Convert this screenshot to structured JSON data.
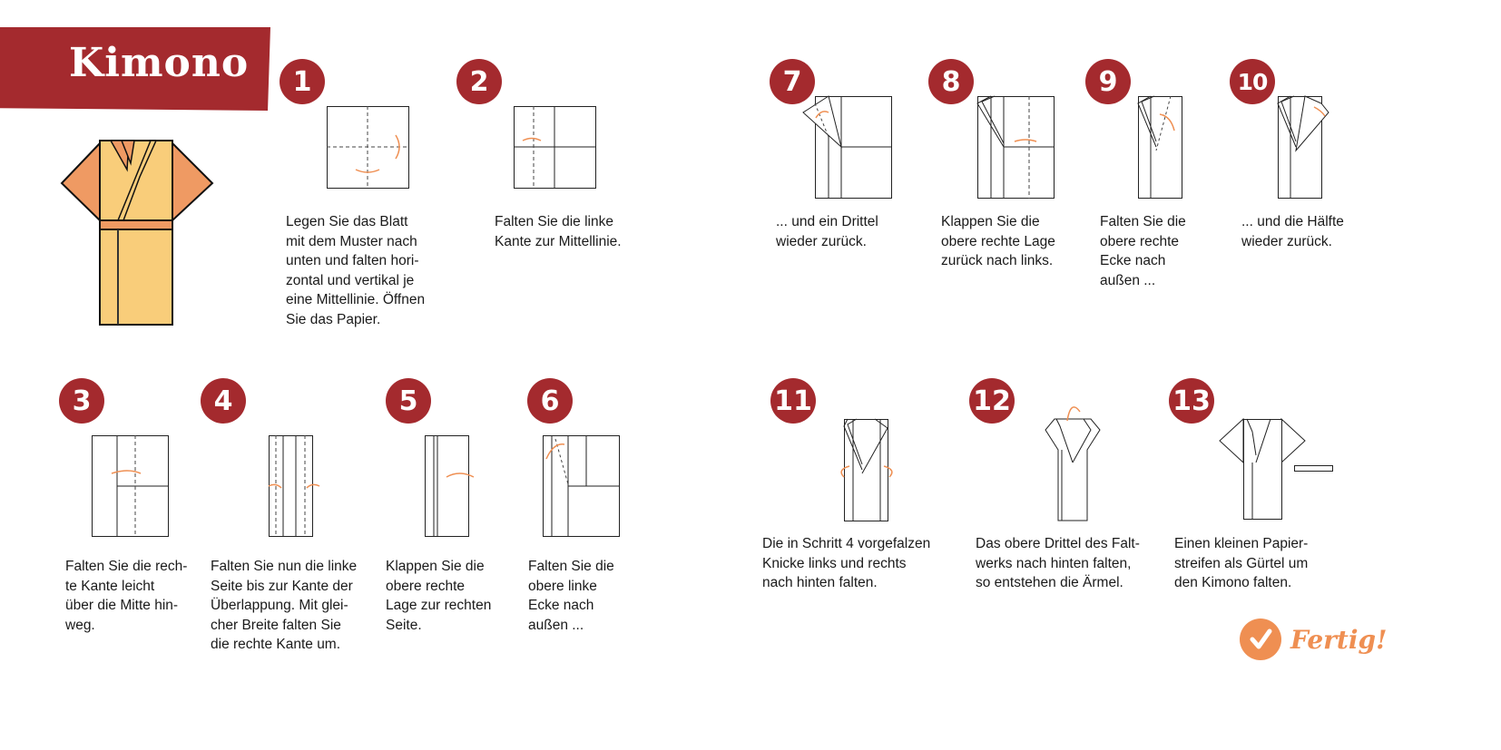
{
  "title": "Kimono",
  "colors": {
    "brand": "#a42a2e",
    "accent": "#ef8f52",
    "kimono_body": "#f9cd7a"
  },
  "steps": [
    {
      "number": "1",
      "text": "Legen Sie das Blatt\nmit dem Muster nach\nunten und falten hori-\nzontal und vertikal je\neine Mittellinie. Öffnen\nSie das Papier."
    },
    {
      "number": "2",
      "text": "Falten Sie die linke\nKante zur Mittellinie."
    },
    {
      "number": "3",
      "text": "Falten Sie die rech-\nte Kante leicht\nüber die Mitte hin-\nweg."
    },
    {
      "number": "4",
      "text": "Falten Sie nun die linke\nSeite bis zur Kante der\nÜberlappung. Mit glei-\ncher Breite falten Sie\ndie rechte Kante um."
    },
    {
      "number": "5",
      "text": "Klappen Sie die\nobere rechte\nLage zur rechten\nSeite."
    },
    {
      "number": "6",
      "text": "Falten Sie die\nobere linke\nEcke nach\naußen ..."
    },
    {
      "number": "7",
      "text": "... und ein Drittel\nwieder zurück."
    },
    {
      "number": "8",
      "text": "Klappen Sie die\nobere rechte Lage\nzurück nach links."
    },
    {
      "number": "9",
      "text": "Falten Sie die\nobere rechte\nEcke nach\naußen ..."
    },
    {
      "number": "10",
      "text": "... und die Hälfte\nwieder zurück."
    },
    {
      "number": "11",
      "text": "Die in Schritt 4 vorgefalzen\nKnicke links und rechts\nnach hinten falten."
    },
    {
      "number": "12",
      "text": "Das obere Drittel des Falt-\nwerks nach hinten falten,\nso entstehen die Ärmel."
    },
    {
      "number": "13",
      "text": "Einen kleinen Papier-\nstreifen als Gürtel um\nden Kimono falten."
    }
  ],
  "finish_label": "Fertig!"
}
